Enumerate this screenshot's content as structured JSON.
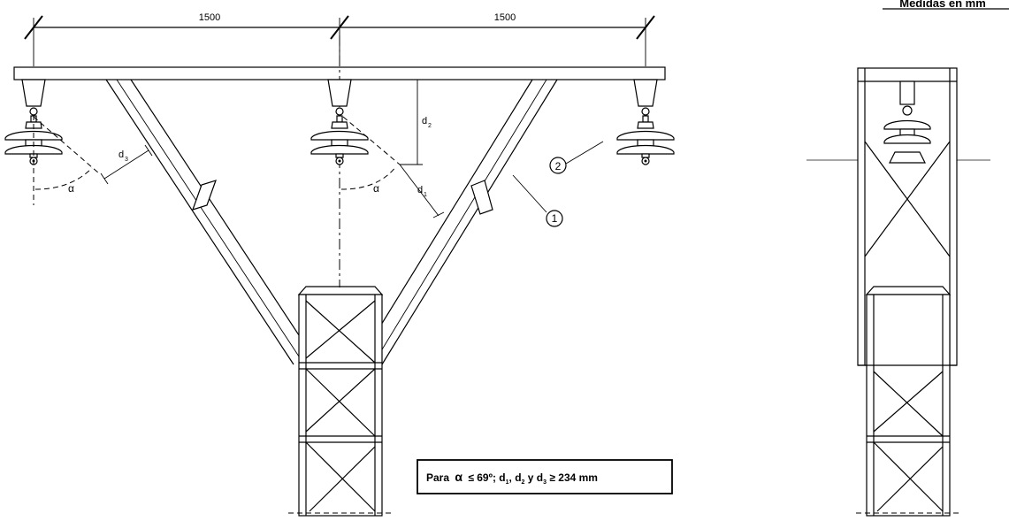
{
  "units_label": "Medidas en mm",
  "dimensions": {
    "left": "1500",
    "right": "1500"
  },
  "labels": {
    "d1": "d",
    "d1_sub": "1",
    "d2": "d",
    "d2_sub": "2",
    "d3": "d",
    "d3_sub": "3",
    "alpha": "α"
  },
  "callouts": {
    "beam": "1",
    "insulator": "2"
  },
  "note": {
    "para": "Para",
    "alpha": "α",
    "cond": "≤ 69º; d",
    "s1": "1",
    "comma": ", d",
    "s2": "2",
    "y": " y d",
    "s3": "3",
    "tail": " ≥ 234 mm"
  }
}
